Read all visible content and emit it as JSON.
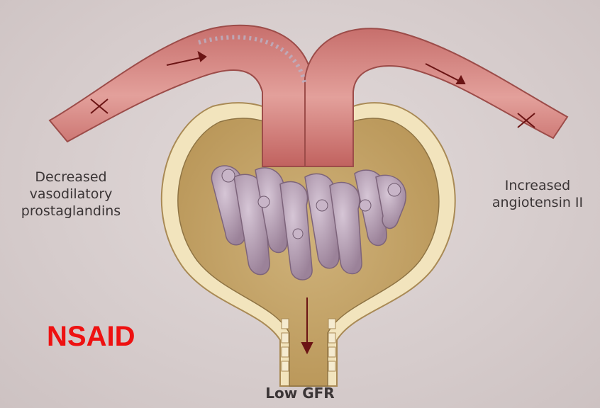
{
  "labels": {
    "left": [
      "Decreased",
      "vasodilatory",
      "prostaglandins"
    ],
    "right": [
      "Increased",
      "angiotensin II"
    ],
    "bottom": "Low GFR",
    "overlay": "NSAID"
  },
  "colors": {
    "background": "#d8cfcf",
    "vessel": "#d98a86",
    "capsule": "#f2e4bd",
    "capsule_space": "#c9a96d",
    "glomerulus": "#b9a3b8",
    "arrow": "#6b1414",
    "overlay_text": "#ee1111"
  }
}
